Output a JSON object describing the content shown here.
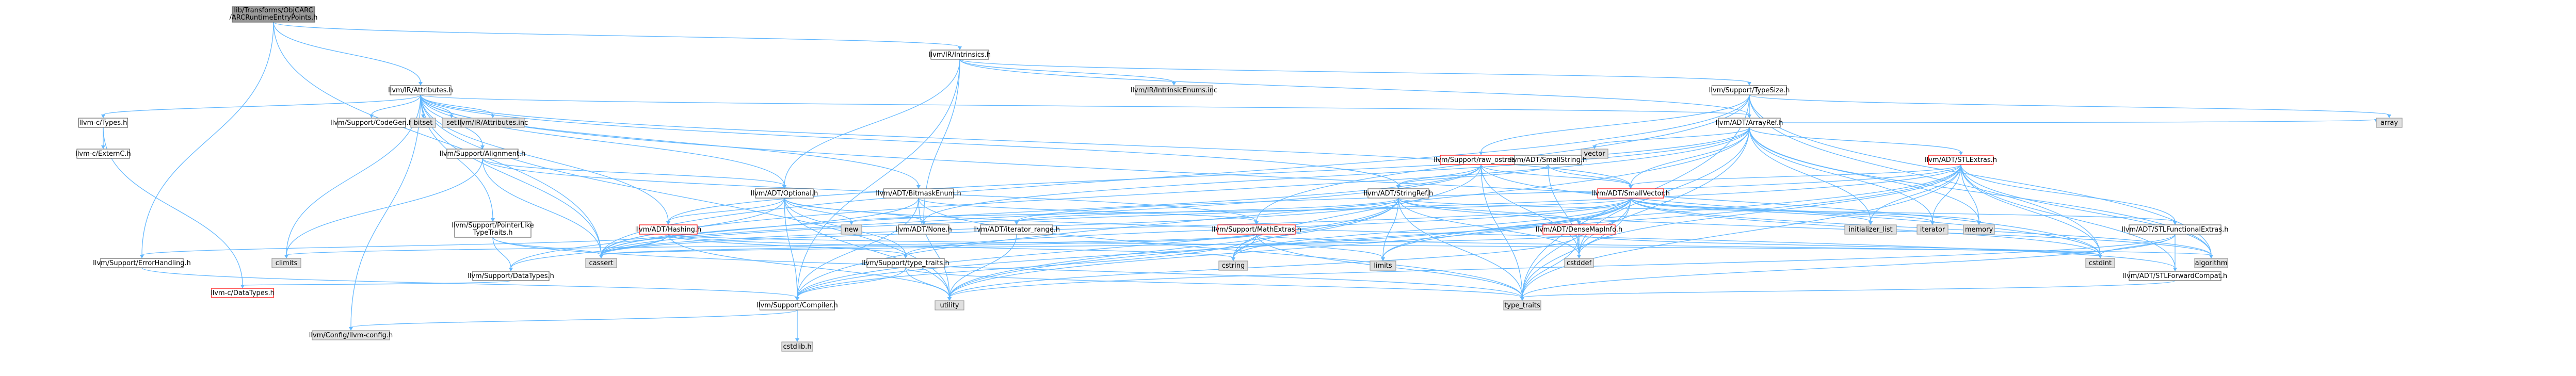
{
  "colors": {
    "root_fill": "#999999",
    "file_fill": "#ffffff",
    "file_stroke": "#666666",
    "std_fill": "#e0e0e0",
    "std_stroke": "#999999",
    "truncated_stroke": "#ff0000",
    "edge": "#63b8ff"
  },
  "nodes": [
    {
      "id": "root",
      "lines": [
        "lib/Transforms/ObjCARC",
        "/ARCRuntimeEntryPoints.h"
      ],
      "kind": "root"
    },
    {
      "id": "intrinsics",
      "lines": [
        "llvm/IR/Intrinsics.h"
      ],
      "kind": "file"
    },
    {
      "id": "attributes",
      "lines": [
        "llvm/IR/Attributes.h"
      ],
      "kind": "file"
    },
    {
      "id": "intrinsicsenums",
      "lines": [
        "llvm/IR/IntrinsicEnums.inc"
      ],
      "kind": "std"
    },
    {
      "id": "typesize",
      "lines": [
        "llvm/Support/TypeSize.h"
      ],
      "kind": "file"
    },
    {
      "id": "ctypes",
      "lines": [
        "llvm-c/Types.h"
      ],
      "kind": "file"
    },
    {
      "id": "codegen",
      "lines": [
        "llvm/Support/CodeGen.h"
      ],
      "kind": "file"
    },
    {
      "id": "bitset",
      "lines": [
        "bitset"
      ],
      "kind": "std"
    },
    {
      "id": "set",
      "lines": [
        "set"
      ],
      "kind": "std"
    },
    {
      "id": "attrinc",
      "lines": [
        "llvm/IR/Attributes.inc"
      ],
      "kind": "std"
    },
    {
      "id": "arrayref",
      "lines": [
        "llvm/ADT/ArrayRef.h"
      ],
      "kind": "file"
    },
    {
      "id": "cexternc",
      "lines": [
        "llvm-c/ExternC.h"
      ],
      "kind": "file"
    },
    {
      "id": "alignment",
      "lines": [
        "llvm/Support/Alignment.h"
      ],
      "kind": "file"
    },
    {
      "id": "vector",
      "lines": [
        "vector"
      ],
      "kind": "std"
    },
    {
      "id": "array",
      "lines": [
        "array"
      ],
      "kind": "std"
    },
    {
      "id": "rawostream",
      "lines": [
        "llvm/Support/raw_ostream.h"
      ],
      "kind": "truncated"
    },
    {
      "id": "smallstring",
      "lines": [
        "llvm/ADT/SmallString.h"
      ],
      "kind": "file"
    },
    {
      "id": "stlextras",
      "lines": [
        "llvm/ADT/STLExtras.h"
      ],
      "kind": "truncated"
    },
    {
      "id": "optional",
      "lines": [
        "llvm/ADT/Optional.h"
      ],
      "kind": "file"
    },
    {
      "id": "bitmaskenum",
      "lines": [
        "llvm/ADT/BitmaskEnum.h"
      ],
      "kind": "file"
    },
    {
      "id": "stringref",
      "lines": [
        "llvm/ADT/StringRef.h"
      ],
      "kind": "file"
    },
    {
      "id": "smallvector",
      "lines": [
        "llvm/ADT/SmallVector.h"
      ],
      "kind": "truncated"
    },
    {
      "id": "pointerlike",
      "lines": [
        "llvm/Support/PointerLike",
        "TypeTraits.h"
      ],
      "kind": "file"
    },
    {
      "id": "hashing",
      "lines": [
        "llvm/ADT/Hashing.h"
      ],
      "kind": "truncated"
    },
    {
      "id": "none",
      "lines": [
        "llvm/ADT/None.h"
      ],
      "kind": "file"
    },
    {
      "id": "iteratorrange",
      "lines": [
        "llvm/ADT/iterator_range.h"
      ],
      "kind": "file"
    },
    {
      "id": "new",
      "lines": [
        "new"
      ],
      "kind": "std"
    },
    {
      "id": "mathextras",
      "lines": [
        "llvm/Support/MathExtras.h"
      ],
      "kind": "truncated"
    },
    {
      "id": "densemapinfo",
      "lines": [
        "llvm/ADT/DenseMapInfo.h"
      ],
      "kind": "truncated"
    },
    {
      "id": "initlist",
      "lines": [
        "initializer_list"
      ],
      "kind": "std"
    },
    {
      "id": "iterator",
      "lines": [
        "iterator"
      ],
      "kind": "std"
    },
    {
      "id": "memory",
      "lines": [
        "memory"
      ],
      "kind": "std"
    },
    {
      "id": "stlfunctional",
      "lines": [
        "llvm/ADT/STLFunctionalExtras.h"
      ],
      "kind": "file"
    },
    {
      "id": "errorhandling",
      "lines": [
        "llvm/Support/ErrorHandling.h"
      ],
      "kind": "file"
    },
    {
      "id": "climits",
      "lines": [
        "climits"
      ],
      "kind": "std"
    },
    {
      "id": "cassert",
      "lines": [
        "cassert"
      ],
      "kind": "std"
    },
    {
      "id": "datatypes",
      "lines": [
        "llvm/Support/DataTypes.h"
      ],
      "kind": "file"
    },
    {
      "id": "typetraits_llvm",
      "lines": [
        "llvm/Support/type_traits.h"
      ],
      "kind": "file"
    },
    {
      "id": "cstring",
      "lines": [
        "cstring"
      ],
      "kind": "std"
    },
    {
      "id": "limits",
      "lines": [
        "limits"
      ],
      "kind": "std"
    },
    {
      "id": "cstddef",
      "lines": [
        "cstddef"
      ],
      "kind": "std"
    },
    {
      "id": "algorithm",
      "lines": [
        "algorithm"
      ],
      "kind": "std"
    },
    {
      "id": "cstdint",
      "lines": [
        "cstdint"
      ],
      "kind": "std"
    },
    {
      "id": "stlforward",
      "lines": [
        "llvm/ADT/STLForwardCompat.h"
      ],
      "kind": "file"
    },
    {
      "id": "cdatatypes",
      "lines": [
        "llvm-c/DataTypes.h"
      ],
      "kind": "truncated"
    },
    {
      "id": "compiler",
      "lines": [
        "llvm/Support/Compiler.h"
      ],
      "kind": "file"
    },
    {
      "id": "utility",
      "lines": [
        "utility"
      ],
      "kind": "std"
    },
    {
      "id": "type_traits",
      "lines": [
        "type_traits"
      ],
      "kind": "std"
    },
    {
      "id": "llvmconfig",
      "lines": [
        "llvm/Config/llvm-config.h"
      ],
      "kind": "std"
    },
    {
      "id": "cstdlibh",
      "lines": [
        "cstdlib.h"
      ],
      "kind": "std"
    }
  ],
  "edges": [
    [
      "root",
      "intrinsics"
    ],
    [
      "root",
      "attributes"
    ],
    [
      "root",
      "cassert"
    ],
    [
      "root",
      "errorhandling"
    ],
    [
      "intrinsics",
      "intrinsicsenums"
    ],
    [
      "intrinsics",
      "typesize"
    ],
    [
      "intrinsics",
      "arrayref"
    ],
    [
      "intrinsics",
      "optional"
    ],
    [
      "intrinsics",
      "none"
    ],
    [
      "intrinsics",
      "compiler"
    ],
    [
      "attributes",
      "ctypes"
    ],
    [
      "attributes",
      "codegen"
    ],
    [
      "attributes",
      "bitset"
    ],
    [
      "attributes",
      "set"
    ],
    [
      "attributes",
      "attrinc"
    ],
    [
      "attributes",
      "arrayref"
    ],
    [
      "attributes",
      "alignment"
    ],
    [
      "attributes",
      "optional"
    ],
    [
      "attributes",
      "bitmaskenum"
    ],
    [
      "attributes",
      "stringref"
    ],
    [
      "attributes",
      "smallvector"
    ],
    [
      "attributes",
      "pointerlike"
    ],
    [
      "attributes",
      "hashing"
    ],
    [
      "attributes",
      "cassert"
    ],
    [
      "attributes",
      "climits"
    ],
    [
      "attributes",
      "utility"
    ],
    [
      "attributes",
      "cstdint"
    ],
    [
      "attributes",
      "llvmconfig"
    ],
    [
      "ctypes",
      "cdatatypes"
    ],
    [
      "ctypes",
      "cexternc"
    ],
    [
      "typesize",
      "arrayref"
    ],
    [
      "typesize",
      "rawostream"
    ],
    [
      "typesize",
      "mathextras"
    ],
    [
      "typesize",
      "array"
    ],
    [
      "typesize",
      "cassert"
    ],
    [
      "typesize",
      "cstdint"
    ],
    [
      "typesize",
      "type_traits"
    ],
    [
      "typesize",
      "algorithm"
    ],
    [
      "arrayref",
      "hashing"
    ],
    [
      "arrayref",
      "none"
    ],
    [
      "arrayref",
      "smallvector"
    ],
    [
      "arrayref",
      "stlextras"
    ],
    [
      "arrayref",
      "compiler"
    ],
    [
      "arrayref",
      "algorithm"
    ],
    [
      "arrayref",
      "array"
    ],
    [
      "arrayref",
      "cassert"
    ],
    [
      "arrayref",
      "cstddef"
    ],
    [
      "arrayref",
      "initlist"
    ],
    [
      "arrayref",
      "iterator"
    ],
    [
      "arrayref",
      "memory"
    ],
    [
      "arrayref",
      "type_traits"
    ],
    [
      "arrayref",
      "vector"
    ],
    [
      "alignment",
      "mathextras"
    ],
    [
      "alignment",
      "optional"
    ],
    [
      "alignment",
      "cassert"
    ],
    [
      "alignment",
      "climits"
    ],
    [
      "rawostream",
      "smallvector"
    ],
    [
      "rawostream",
      "stringref"
    ],
    [
      "rawostream",
      "datatypes"
    ],
    [
      "rawostream",
      "cassert"
    ],
    [
      "rawostream",
      "cstddef"
    ],
    [
      "rawostream",
      "cstdint"
    ],
    [
      "rawostream",
      "cstring"
    ],
    [
      "rawostream",
      "string"
    ],
    [
      "rawostream",
      "type_traits"
    ],
    [
      "smallstring",
      "stringref"
    ],
    [
      "smallstring",
      "smallvector"
    ],
    [
      "smallstring",
      "cstddef"
    ],
    [
      "stlextras",
      "stlforward"
    ],
    [
      "stlextras",
      "stlfunctional"
    ],
    [
      "stlextras",
      "iteratorrange"
    ],
    [
      "stlextras",
      "smallvector"
    ],
    [
      "stlextras",
      "algorithm"
    ],
    [
      "stlextras",
      "cassert"
    ],
    [
      "stlextras",
      "cstddef"
    ],
    [
      "stlextras",
      "cstdint"
    ],
    [
      "stlextras",
      "initlist"
    ],
    [
      "stlextras",
      "iterator"
    ],
    [
      "stlextras",
      "limits"
    ],
    [
      "stlextras",
      "memory"
    ],
    [
      "stlextras",
      "tuple"
    ],
    [
      "stlextras",
      "type_traits"
    ],
    [
      "stlextras",
      "utility"
    ],
    [
      "optional",
      "none"
    ],
    [
      "optional",
      "stlforward"
    ],
    [
      "optional",
      "compiler"
    ],
    [
      "optional",
      "typetraits_llvm"
    ],
    [
      "optional",
      "cassert"
    ],
    [
      "optional",
      "new"
    ],
    [
      "optional",
      "utility"
    ],
    [
      "optional",
      "hashing"
    ],
    [
      "bitmaskenum",
      "mathextras"
    ],
    [
      "bitmaskenum",
      "compiler"
    ],
    [
      "bitmaskenum",
      "cassert"
    ],
    [
      "bitmaskenum",
      "type_traits"
    ],
    [
      "bitmaskenum",
      "utility"
    ],
    [
      "stringref",
      "stlfunctional"
    ],
    [
      "stringref",
      "densemapinfo"
    ],
    [
      "stringref",
      "iteratorrange"
    ],
    [
      "stringref",
      "compiler"
    ],
    [
      "stringref",
      "algorithm"
    ],
    [
      "stringref",
      "cassert"
    ],
    [
      "stringref",
      "cstddef"
    ],
    [
      "stringref",
      "cstring"
    ],
    [
      "stringref",
      "limits"
    ],
    [
      "stringref",
      "type_traits"
    ],
    [
      "stringref",
      "utility"
    ],
    [
      "smallvector",
      "compiler"
    ],
    [
      "smallvector",
      "typetraits_llvm"
    ],
    [
      "smallvector",
      "algorithm"
    ],
    [
      "smallvector",
      "cassert"
    ],
    [
      "smallvector",
      "cstddef"
    ],
    [
      "smallvector",
      "cstdint"
    ],
    [
      "smallvector",
      "cstring"
    ],
    [
      "smallvector",
      "functional"
    ],
    [
      "smallvector",
      "initlist"
    ],
    [
      "smallvector",
      "iterator"
    ],
    [
      "smallvector",
      "limits"
    ],
    [
      "smallvector",
      "memory"
    ],
    [
      "smallvector",
      "new"
    ],
    [
      "smallvector",
      "type_traits"
    ],
    [
      "smallvector",
      "utility"
    ],
    [
      "pointerlike",
      "datatypes"
    ],
    [
      "pointerlike",
      "cassert"
    ],
    [
      "pointerlike",
      "type_traits"
    ],
    [
      "hashing",
      "errorhandling"
    ],
    [
      "hashing",
      "datatypes"
    ],
    [
      "hashing",
      "typetraits_llvm"
    ],
    [
      "hashing",
      "algorithm"
    ],
    [
      "hashing",
      "cassert"
    ],
    [
      "hashing",
      "cstring"
    ],
    [
      "hashing",
      "string"
    ],
    [
      "hashing",
      "tuple"
    ],
    [
      "hashing",
      "utility"
    ],
    [
      "iteratorrange",
      "utility"
    ],
    [
      "mathextras",
      "compiler"
    ],
    [
      "mathextras",
      "cassert"
    ],
    [
      "mathextras",
      "climits"
    ],
    [
      "mathextras",
      "cstdint"
    ],
    [
      "mathextras",
      "cstring"
    ],
    [
      "mathextras",
      "limits"
    ],
    [
      "mathextras",
      "type_traits"
    ],
    [
      "densemapinfo",
      "cassert"
    ],
    [
      "densemapinfo",
      "cstddef"
    ],
    [
      "densemapinfo",
      "cstdint"
    ],
    [
      "densemapinfo",
      "tuple"
    ],
    [
      "densemapinfo",
      "type_traits"
    ],
    [
      "densemapinfo",
      "utility"
    ],
    [
      "stlfunctional",
      "stlforward"
    ],
    [
      "stlfunctional",
      "cstdint"
    ],
    [
      "stlfunctional",
      "type_traits"
    ],
    [
      "stlfunctional",
      "utility"
    ],
    [
      "stlforward",
      "type_traits"
    ],
    [
      "errorhandling",
      "compiler"
    ],
    [
      "datatypes",
      "cdatatypes"
    ],
    [
      "typetraits_llvm",
      "compiler"
    ],
    [
      "typetraits_llvm",
      "type_traits"
    ],
    [
      "typetraits_llvm",
      "utility"
    ],
    [
      "compiler",
      "llvmconfig"
    ],
    [
      "compiler",
      "cstdlibh"
    ]
  ]
}
